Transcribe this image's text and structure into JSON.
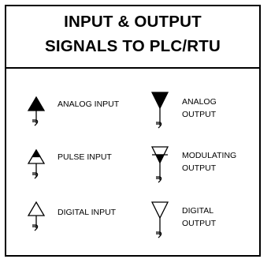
{
  "header": {
    "title_line1": "INPUT & OUTPUT",
    "title_line2": "SIGNALS TO PLC/RTU"
  },
  "legend": {
    "analog_input": "ANALOG INPUT",
    "analog_output_line1": "ANALOG",
    "analog_output_line2": "OUTPUT",
    "pulse_input": "PULSE INPUT",
    "modulating_output_line1": "MODULATING",
    "modulating_output_line2": "OUTPUT",
    "digital_input": "DIGITAL INPUT",
    "digital_output_line1": "DIGITAL",
    "digital_output_line2": "OUTPUT"
  }
}
